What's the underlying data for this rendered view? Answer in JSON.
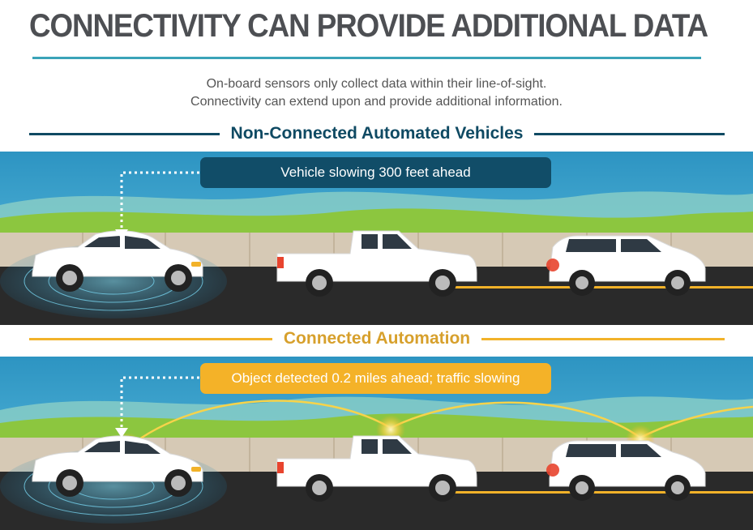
{
  "header": {
    "title": "CONNECTIVITY CAN PROVIDE ADDITIONAL DATA",
    "subtitle_line1": "On-board sensors only collect data within their line-of-sight.",
    "subtitle_line2": "Connectivity can extend upon and provide additional information."
  },
  "non_connected": {
    "heading": "Non-Connected Automated Vehicles",
    "callout": "Vehicle slowing 300 feet ahead"
  },
  "connected": {
    "heading": "Connected Automation",
    "callout": "Object detected 0.2 miles ahead; traffic slowing"
  },
  "colors": {
    "title_text": "#4d4f53",
    "title_rule": "#3aa3b8",
    "non_connected_accent": "#0f4a63",
    "connected_accent": "#f2b229",
    "sky": "#3ea7cc",
    "grass": "#8cc63f",
    "wall": "#d6c9b5",
    "road": "#2a2a2a",
    "vehicle_body": "#ffffff",
    "brake_light": "#e8442e"
  },
  "icons": [
    "sedan-icon",
    "pickup-truck-icon",
    "minivan-icon",
    "sensor-radar-icon",
    "connection-signal-icon"
  ]
}
